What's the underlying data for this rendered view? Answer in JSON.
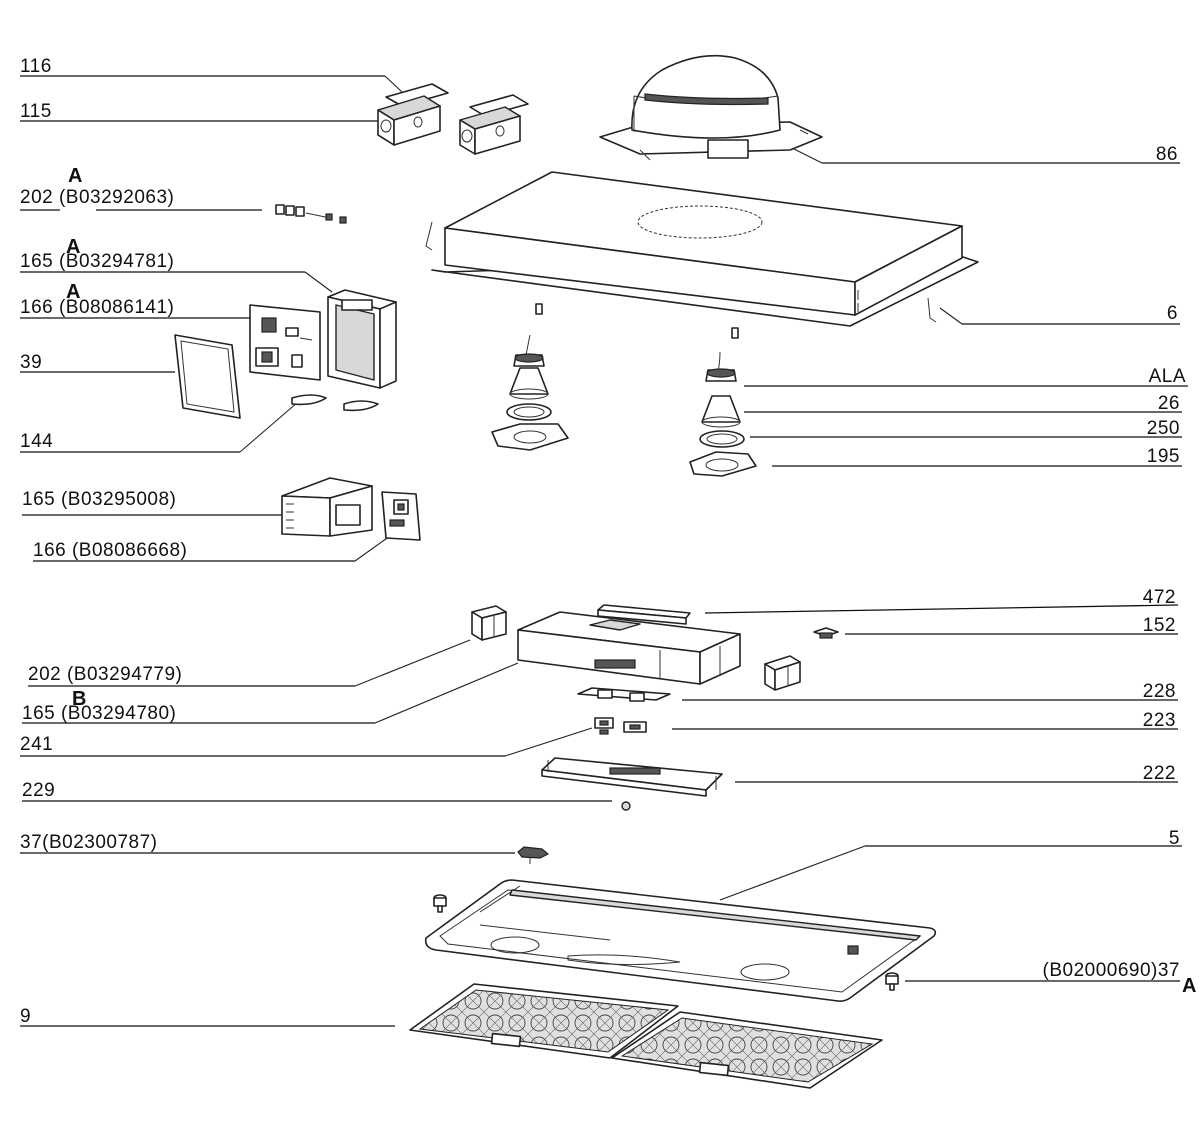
{
  "labels": {
    "l116": "116",
    "l115": "115",
    "l202a": "202 (B03292063)",
    "l165a": "165 (B03294781)",
    "l166a": "166 (B08086141)",
    "l39": "39",
    "l144": "144",
    "l165b": "165 (B03295008)",
    "l166b": "166 (B08086668)",
    "l202b": "202 (B03294779)",
    "l165c": "165 (B03294780)",
    "l241": "241",
    "l229": "229",
    "l37a": "37(B02300787)",
    "l9": "9",
    "l86": "86",
    "l6": "6",
    "lALA": "ALA",
    "l26": "26",
    "l250": "250",
    "l195": "195",
    "l472": "472",
    "l152": "152",
    "l228": "228",
    "l223": "223",
    "l222": "222",
    "l5": "5",
    "l37b": "(B02000690)37"
  },
  "marks": {
    "m202a": "A",
    "m165a": "A",
    "m166a": "A",
    "m165c": "B",
    "m37b": "A"
  }
}
